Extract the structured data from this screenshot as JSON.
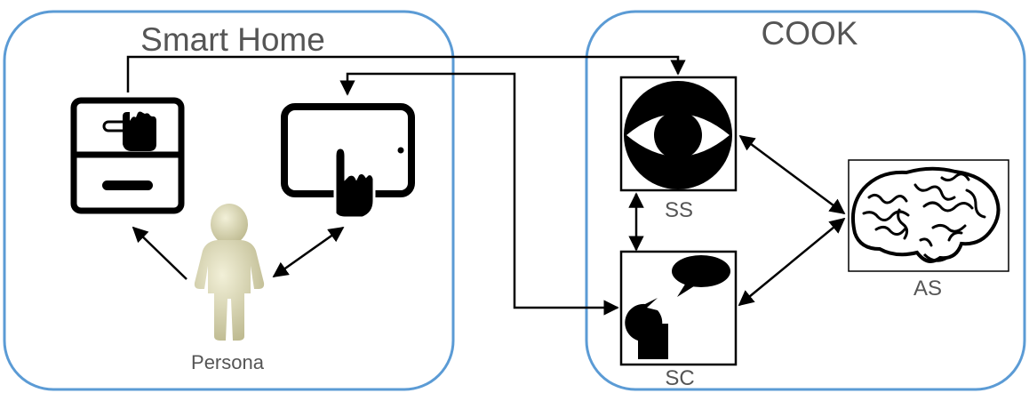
{
  "groups": {
    "smart_home": "Smart Home",
    "cook": "COOK"
  },
  "nodes": {
    "persona": "Persona",
    "ss": "SS",
    "sc": "SC",
    "as": "AS"
  },
  "icons": {
    "drawer": "drawer-hand-icon",
    "tablet": "tablet-touch-icon",
    "persona": "person-icon",
    "ss": "eye-icon",
    "sc": "speaking-head-icon",
    "as": "brain-icon"
  },
  "colors": {
    "group_border": "#5b9bd5",
    "label_text": "#555555",
    "persona_figure": "#d9d6b4"
  }
}
